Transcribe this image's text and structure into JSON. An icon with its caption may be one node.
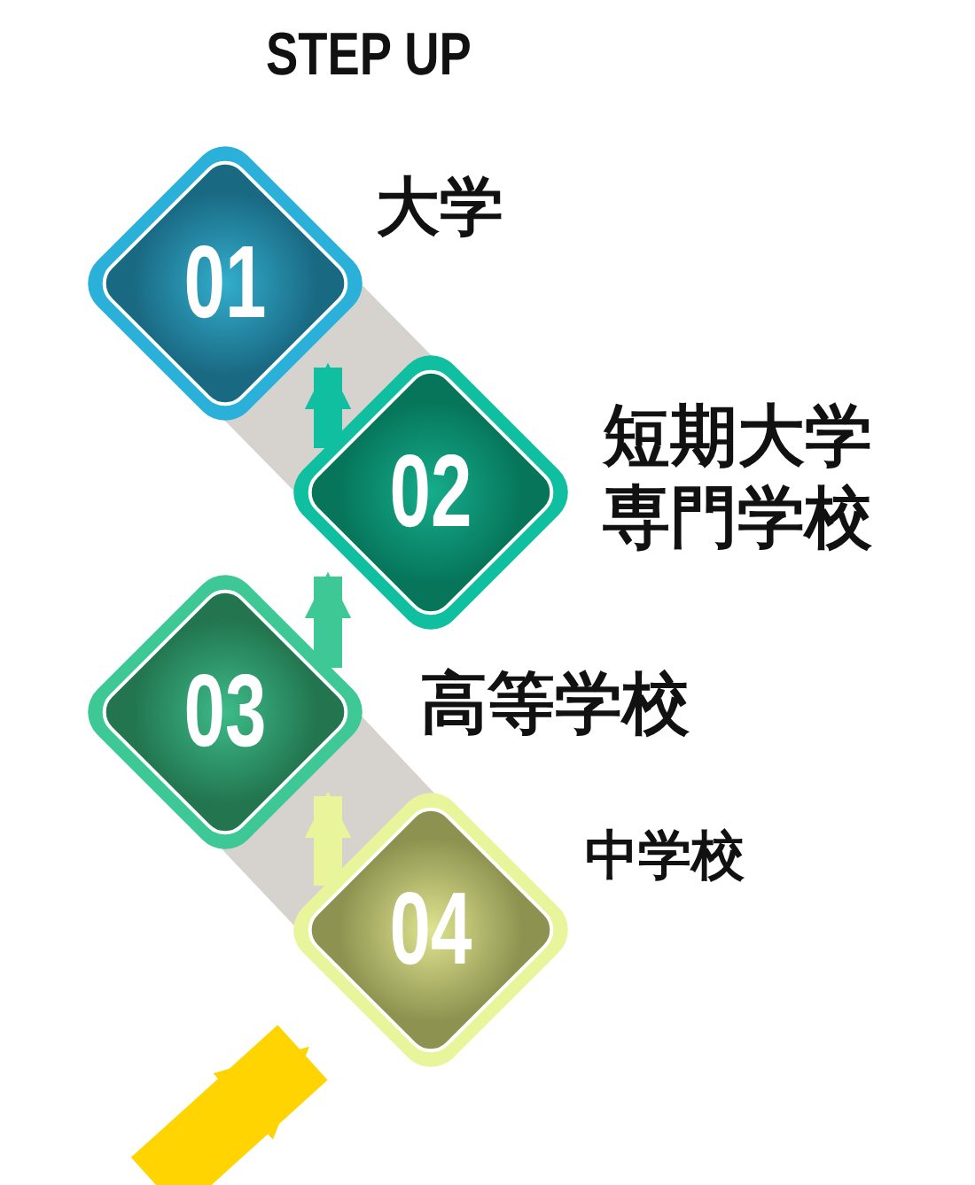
{
  "diagram": {
    "title": "STEP UP",
    "nodes": [
      {
        "text": [
          "01"
        ],
        "beside": [
          "大学"
        ]
      },
      {
        "text": [
          "02"
        ],
        "beside": [
          "短期大学専門学校"
        ]
      },
      {
        "text": [
          "03"
        ],
        "beside": [
          "高等学校"
        ]
      },
      {
        "text": [
          "04"
        ],
        "beside": [
          "中学校"
        ]
      }
    ],
    "edges": [
      {
        "from": null,
        "to": 3,
        "arrow": "to",
        "style": "thick",
        "color": "#ffd400"
      },
      {
        "from": 3,
        "to": 2,
        "arrow": "to",
        "color": "#e8f59a"
      },
      {
        "from": 2,
        "to": 1,
        "arrow": "to",
        "color": "#3ec896"
      },
      {
        "from": 1,
        "to": 0,
        "arrow": "to",
        "color": "#10bfa0"
      }
    ]
  }
}
